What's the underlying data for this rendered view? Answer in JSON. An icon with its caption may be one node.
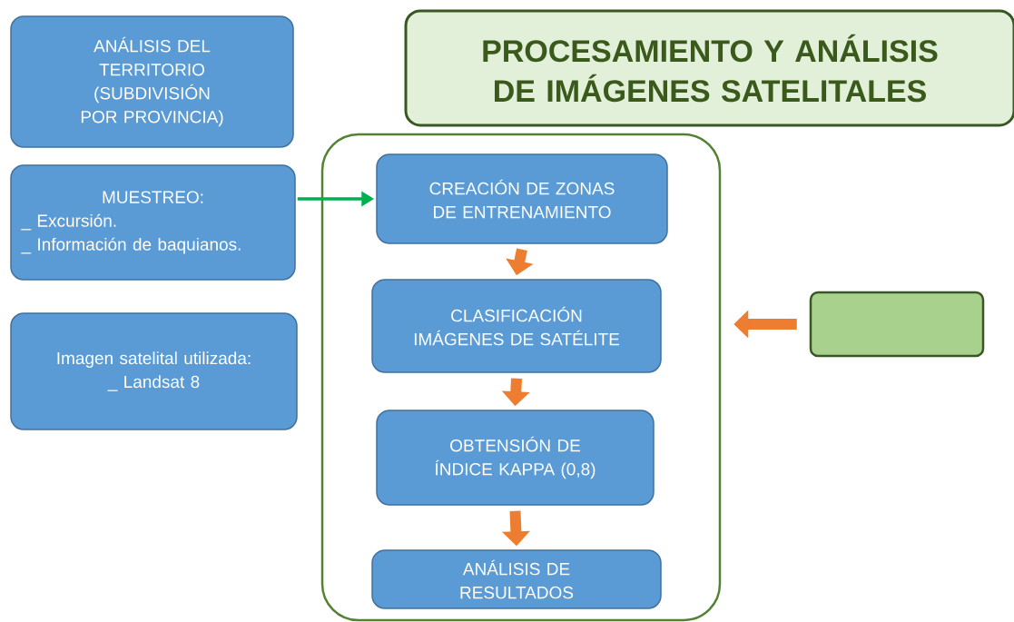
{
  "diagram": {
    "nodes": [
      {
        "text": [
          "ANÁLISIS DEL TERRITORIO (SUBDIVISIÓN POR PROVINCIA)"
        ]
      },
      {
        "text": [
          "MUESTREO:",
          "_ Excursión.",
          "_ Información de baquianos."
        ]
      },
      {
        "text": [
          "Imagen satelital utilizada:",
          "_ Landsat 8"
        ]
      },
      {
        "text": [
          "PROCESAMIENTO Y ANÁLISIS DE IMÁGENES SATELITALES"
        ]
      },
      {
        "text": [],
        "shape": "box"
      },
      {
        "text": [
          "CREACIÓN DE ZONAS DE ENTRENAMIENTO"
        ],
        "in": 4
      },
      {
        "text": [
          "CLASIFICACIÓN IMÁGENES DE SATÉLITE"
        ],
        "in": 4
      },
      {
        "text": [
          "OBTENSIÓN DE ÍNDICE KAPPA (0,8)"
        ],
        "in": 4
      },
      {
        "text": [
          "ANÁLISIS DE RESULTADOS"
        ],
        "in": 4
      },
      {
        "text": [],
        "shape": "box"
      }
    ],
    "edges": [
      {
        "from": 1,
        "to": 5,
        "arrow": "to",
        "color": "#00b050"
      },
      {
        "from": 5,
        "to": 6,
        "arrow": "to"
      },
      {
        "from": 6,
        "to": 7,
        "arrow": "to"
      },
      {
        "from": 7,
        "to": 8,
        "arrow": "to"
      },
      {
        "from": 9,
        "to": 4,
        "arrow": "to"
      }
    ]
  }
}
